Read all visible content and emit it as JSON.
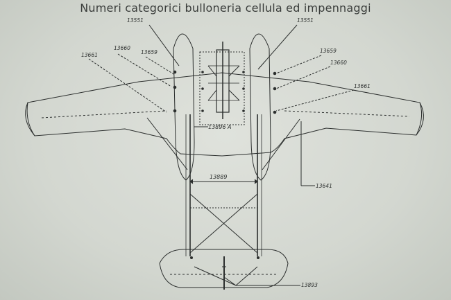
{
  "title": "Numeri categorici bulloneria cellula ed impennaggi",
  "labels": {
    "l13551_left": "13551",
    "l13551_right": "13551",
    "l13661_left": "13661",
    "l13660_left": "13660",
    "l13659_left": "13659",
    "l13659_right": "13659",
    "l13660_right": "13660",
    "l13661_right": "13661",
    "l13896A": "13896 A",
    "l13889": "13889",
    "l13641": "13641",
    "l13893": "13893"
  },
  "colors": {
    "line": "#2b2e2d",
    "paper": "#d8dbd5"
  }
}
